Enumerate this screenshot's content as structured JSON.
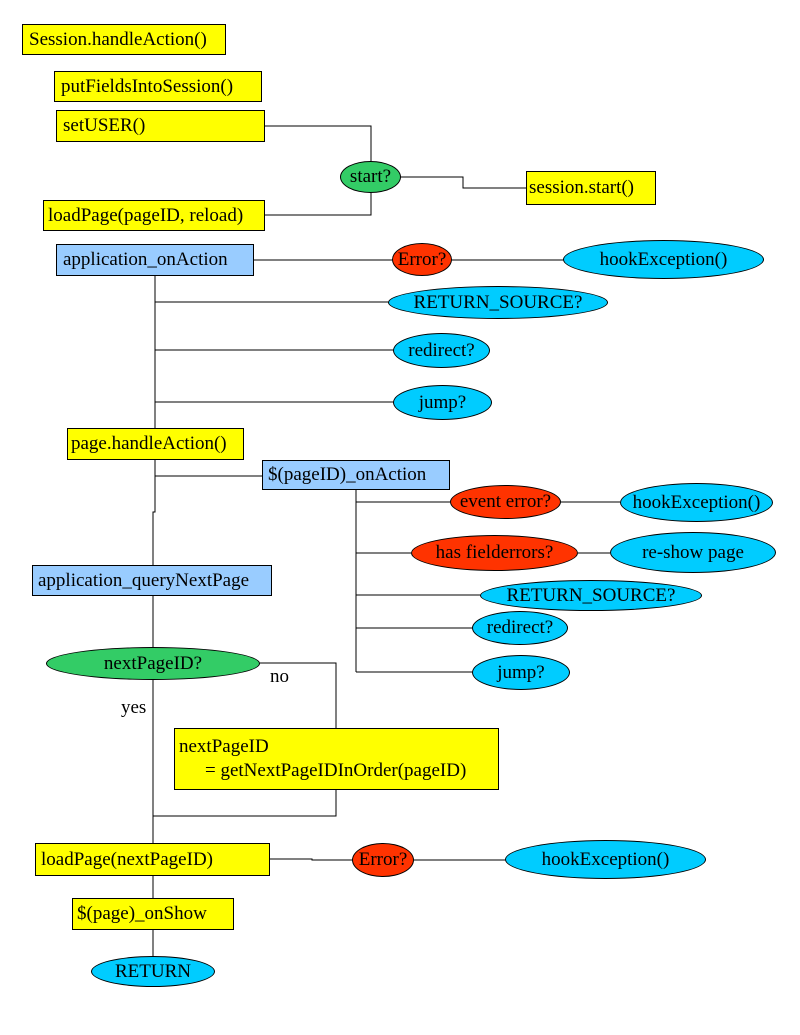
{
  "colors": {
    "yellow": "#ffff00",
    "light_blue": "#99ccff",
    "cyan": "#00ccff",
    "red": "#ff3300",
    "green": "#33cc66"
  },
  "nodes": {
    "session_handle": "Session.handleAction()",
    "put_fields": "putFieldsIntoSession()",
    "set_user": "setUSER()",
    "start_q": "start?",
    "session_start": "session.start()",
    "load_page_reload": "loadPage(pageID, reload)",
    "app_on_action": "application_onAction",
    "error_q_1": "Error?",
    "hook_exc_1": "hookException()",
    "return_source_1": "RETURN_SOURCE?",
    "redirect_1": "redirect?",
    "jump_1": "jump?",
    "page_handle": "page.handleAction()",
    "pageid_on_action": "$(pageID)_onAction",
    "event_error": "event error?",
    "hook_exc_2": "hookException()",
    "has_field_errors": "has fielderrors?",
    "reshow_page": "re-show page",
    "return_source_2": "RETURN_SOURCE?",
    "redirect_2": "redirect?",
    "jump_2": "jump?",
    "app_query_next": "application_queryNextPage",
    "next_page_q": "nextPageID?",
    "next_page_assign_line1": "nextPageID",
    "next_page_assign_line2": "= getNextPageIDInOrder(pageID)",
    "load_page_next": "loadPage(nextPageID)",
    "error_q_2": "Error?",
    "hook_exc_3": "hookException()",
    "page_on_show": "$(page)_onShow",
    "return_end": "RETURN"
  },
  "labels": {
    "no": "no",
    "yes": "yes"
  }
}
